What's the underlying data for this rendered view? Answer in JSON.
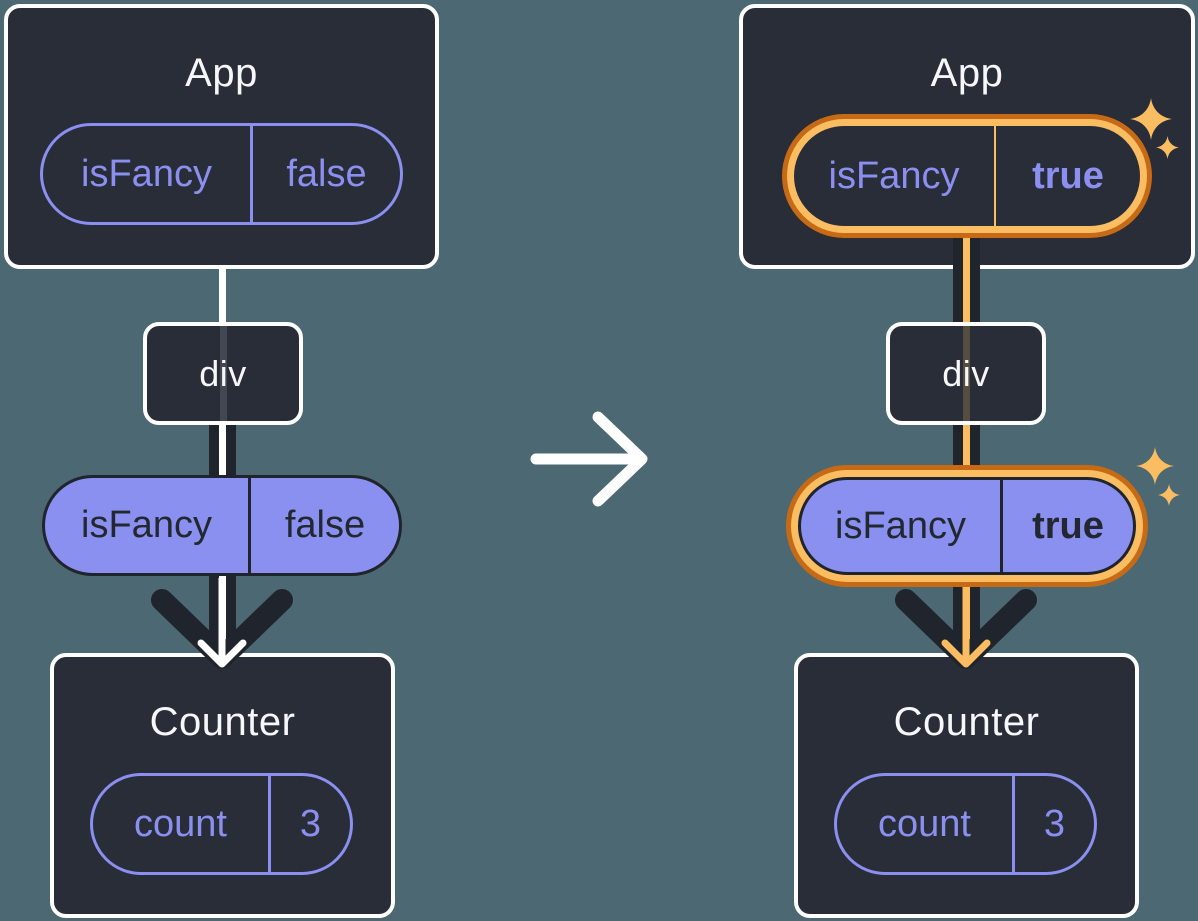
{
  "colors": {
    "background": "#4C6872",
    "card": "#282D37",
    "white": "#FFFFFF",
    "purple": "#8A8FF0",
    "purple_fill": "#8A90F0",
    "dark_arrow": "#20242C",
    "dark_text": "#23272F",
    "orange_dark": "#C76A15",
    "orange_light": "#FABD62"
  },
  "icons": {
    "transition_arrow": "right-arrow",
    "sparkle": "four-point-star",
    "flow_arrowhead": "down-chevron-arrow"
  },
  "before": {
    "app": {
      "title": "App",
      "prop": {
        "name": "isFancy",
        "value": "false"
      }
    },
    "div": {
      "label": "div"
    },
    "passed_prop": {
      "name": "isFancy",
      "value": "false"
    },
    "counter": {
      "title": "Counter",
      "state": {
        "name": "count",
        "value": "3"
      }
    }
  },
  "after": {
    "app": {
      "title": "App",
      "prop": {
        "name": "isFancy",
        "value": "true"
      }
    },
    "div": {
      "label": "div"
    },
    "passed_prop": {
      "name": "isFancy",
      "value": "true"
    },
    "counter": {
      "title": "Counter",
      "state": {
        "name": "count",
        "value": "3"
      }
    }
  }
}
